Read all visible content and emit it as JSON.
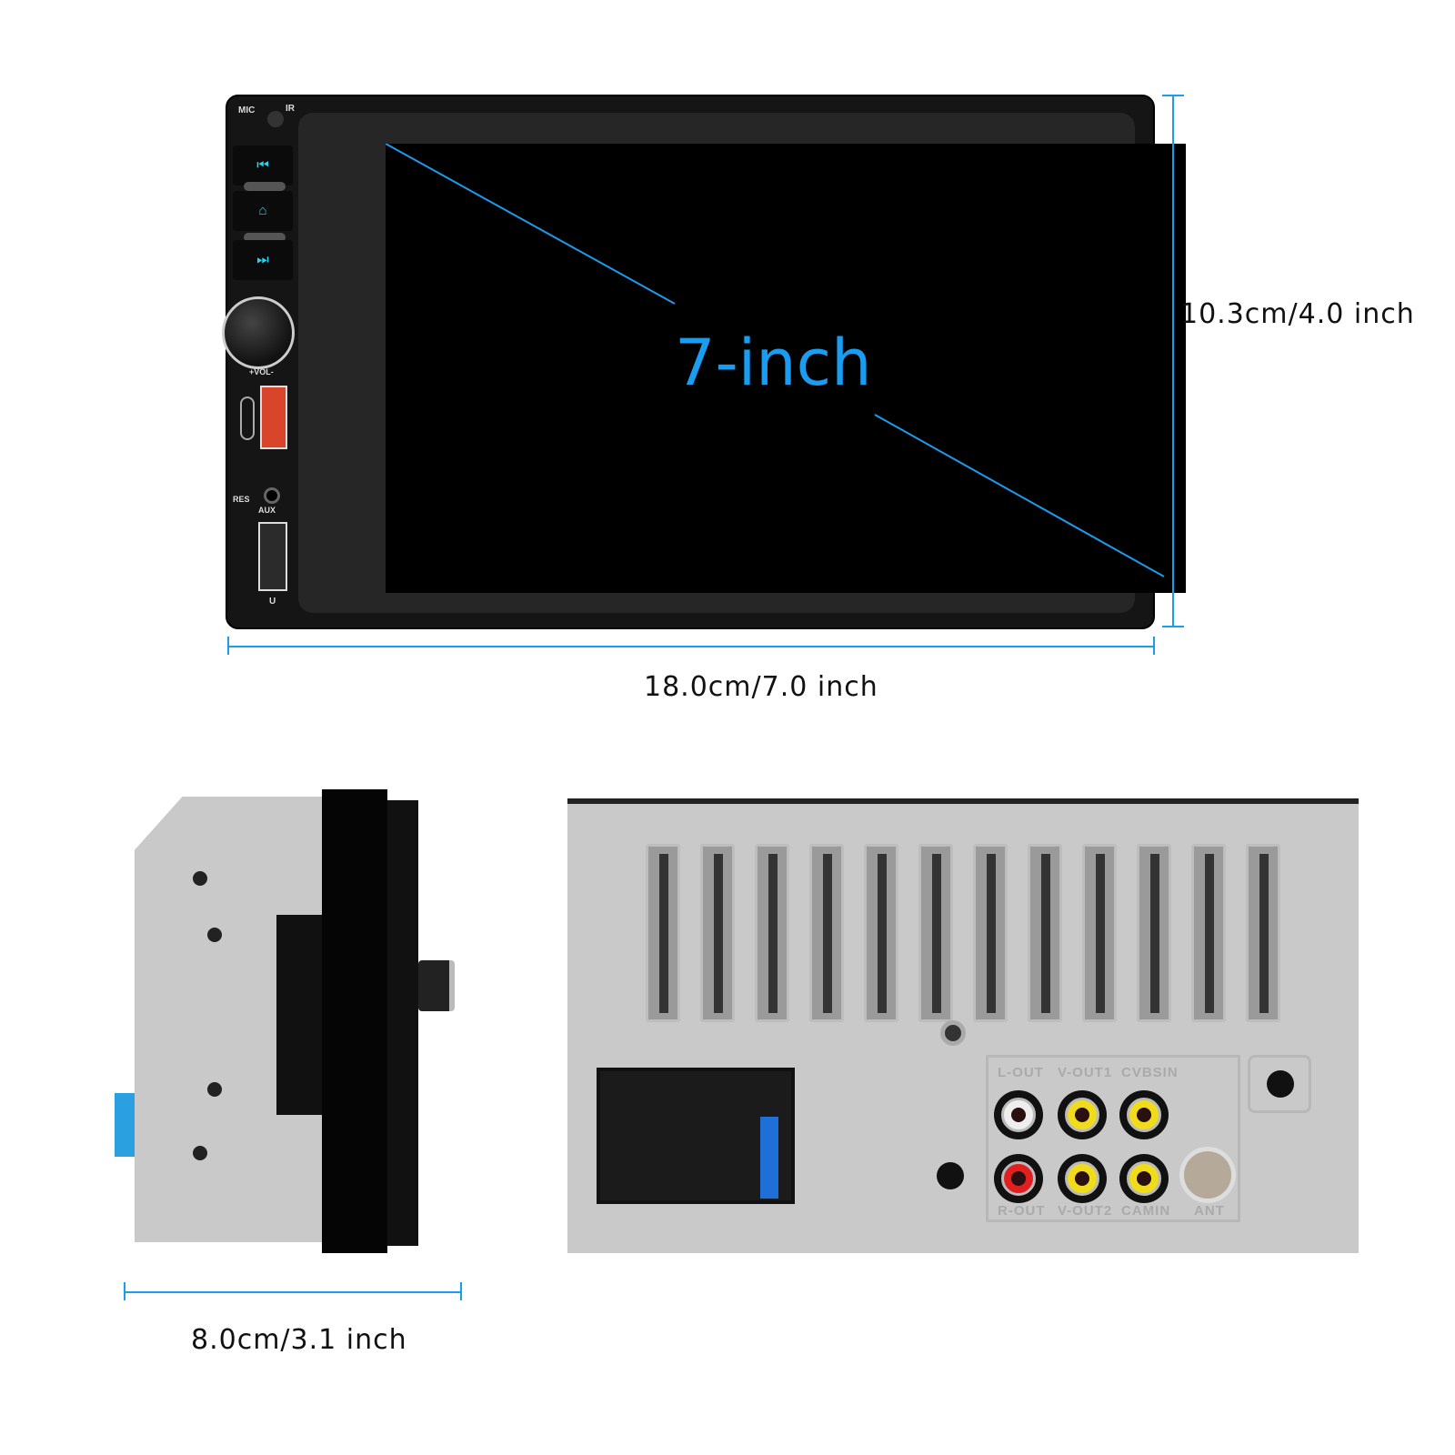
{
  "front": {
    "mic": "MIC",
    "ir": "IR",
    "vol": "+VOL-",
    "res": "RES",
    "aux": "AUX",
    "usb": "U",
    "screen_label": "7-inch"
  },
  "dimensions": {
    "width": "18.0cm/7.0 inch",
    "height": "10.3cm/4.0 inch",
    "depth": "8.0cm/3.1 inch"
  },
  "rear": {
    "ports_top": [
      "L-OUT",
      "V-OUT1",
      "CVBSIN"
    ],
    "ports_bottom": [
      "R-OUT",
      "V-OUT2",
      "CAMIN"
    ],
    "antenna": "ANT"
  },
  "colors": {
    "accent": "#1a9cf0",
    "icon_cyan": "#29d3ee"
  }
}
